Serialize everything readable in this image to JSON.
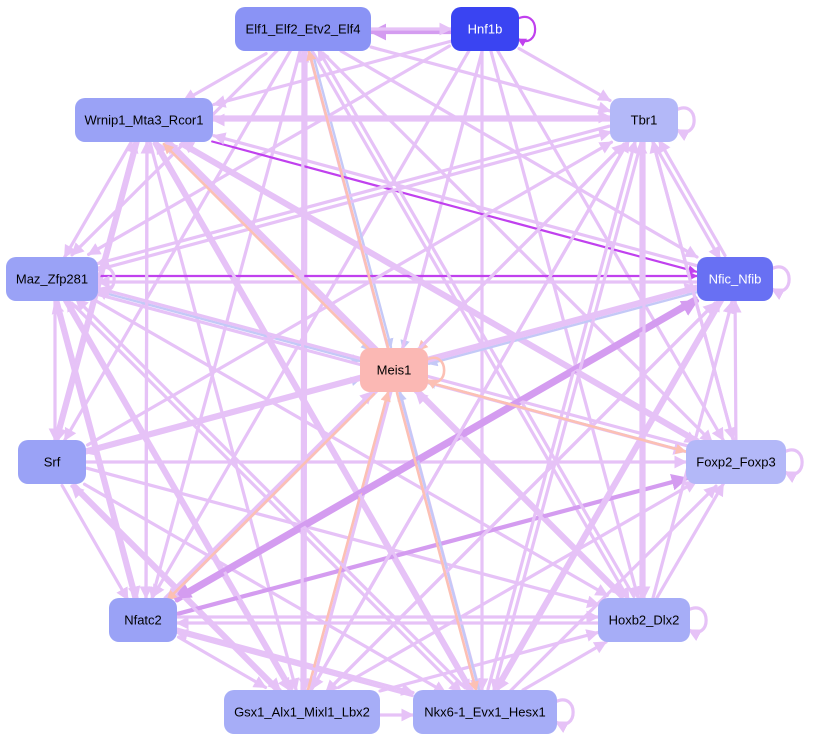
{
  "nodes": [
    {
      "id": "elf",
      "label": "Elf1_Elf2_Etv2_Elf4",
      "fill": "#8a93f5",
      "text": "#000000"
    },
    {
      "id": "hnf1b",
      "label": "Hnf1b",
      "fill": "#3a44f2",
      "text": "#ffffff"
    },
    {
      "id": "wrnip1",
      "label": "Wrnip1_Mta3_Rcor1",
      "fill": "#9aa2f6",
      "text": "#000000"
    },
    {
      "id": "tbr1",
      "label": "Tbr1",
      "fill": "#b3b8f8",
      "text": "#000000"
    },
    {
      "id": "maz",
      "label": "Maz_Zfp281",
      "fill": "#9aa2f6",
      "text": "#000000"
    },
    {
      "id": "nfic",
      "label": "Nfic_Nfib",
      "fill": "#6870f3",
      "text": "#ffffff"
    },
    {
      "id": "meis1",
      "label": "Meis1",
      "fill": "#fbb8b4",
      "text": "#000000"
    },
    {
      "id": "srf",
      "label": "Srf",
      "fill": "#9aa2f6",
      "text": "#000000"
    },
    {
      "id": "foxp2",
      "label": "Foxp2_Foxp3",
      "fill": "#b3b8f8",
      "text": "#000000"
    },
    {
      "id": "nfatc2",
      "label": "Nfatc2",
      "fill": "#9aa2f6",
      "text": "#000000"
    },
    {
      "id": "hoxb2",
      "label": "Hoxb2_Dlx2",
      "fill": "#a6adf7",
      "text": "#000000"
    },
    {
      "id": "gsx1",
      "label": "Gsx1_Alx1_Mixl1_Lbx2",
      "fill": "#a6adf7",
      "text": "#000000"
    },
    {
      "id": "nkx6",
      "label": "Nkx6-1_Evx1_Hesx1",
      "fill": "#a6adf7",
      "text": "#000000"
    }
  ],
  "edge_colors": {
    "light": "#e6c2f7",
    "medium": "#d49cf0",
    "strong": "#c041ee",
    "blue": "#c4c9f7",
    "salmon": "#fcc0b4"
  },
  "edges": [
    [
      "hnf1b",
      "elf",
      "medium"
    ],
    [
      "elf",
      "hnf1b",
      "light"
    ],
    [
      "hnf1b",
      "hnf1b",
      "strong"
    ],
    [
      "hnf1b",
      "wrnip1",
      "light"
    ],
    [
      "hnf1b",
      "tbr1",
      "light"
    ],
    [
      "hnf1b",
      "maz",
      "light"
    ],
    [
      "hnf1b",
      "meis1",
      "blue"
    ],
    [
      "hnf1b",
      "foxp2",
      "light"
    ],
    [
      "hnf1b",
      "nkx6",
      "light"
    ],
    [
      "hnf1b",
      "gsx1",
      "light"
    ],
    [
      "hnf1b",
      "hoxb2",
      "light"
    ],
    [
      "hnf1b",
      "nfatc2",
      "light"
    ],
    [
      "elf",
      "wrnip1",
      "light"
    ],
    [
      "elf",
      "tbr1",
      "light"
    ],
    [
      "elf",
      "maz",
      "light"
    ],
    [
      "elf",
      "meis1",
      "blue"
    ],
    [
      "elf",
      "nfic",
      "light"
    ],
    [
      "elf",
      "hoxb2",
      "light"
    ],
    [
      "elf",
      "nfatc2",
      "light"
    ],
    [
      "elf",
      "srf",
      "light"
    ],
    [
      "elf",
      "foxp2",
      "light"
    ],
    [
      "elf",
      "gsx1",
      "light"
    ],
    [
      "elf",
      "nkx6",
      "light"
    ],
    [
      "wrnip1",
      "nfic",
      "strong"
    ],
    [
      "wrnip1",
      "tbr1",
      "light"
    ],
    [
      "wrnip1",
      "maz",
      "light"
    ],
    [
      "wrnip1",
      "meis1",
      "blue"
    ],
    [
      "wrnip1",
      "nfatc2",
      "light"
    ],
    [
      "wrnip1",
      "srf",
      "light"
    ],
    [
      "wrnip1",
      "foxp2",
      "light"
    ],
    [
      "wrnip1",
      "hoxb2",
      "light"
    ],
    [
      "wrnip1",
      "gsx1",
      "light"
    ],
    [
      "wrnip1",
      "nkx6",
      "light"
    ],
    [
      "maz",
      "nfic",
      "strong"
    ],
    [
      "maz",
      "meis1",
      "blue"
    ],
    [
      "maz",
      "tbr1",
      "light"
    ],
    [
      "maz",
      "srf",
      "light"
    ],
    [
      "maz",
      "nfatc2",
      "light"
    ],
    [
      "maz",
      "foxp2",
      "light"
    ],
    [
      "maz",
      "hoxb2",
      "light"
    ],
    [
      "maz",
      "gsx1",
      "light"
    ],
    [
      "maz",
      "nkx6",
      "light"
    ],
    [
      "maz",
      "maz",
      "light"
    ],
    [
      "srf",
      "meis1",
      "blue"
    ],
    [
      "srf",
      "tbr1",
      "light"
    ],
    [
      "srf",
      "nfic",
      "light"
    ],
    [
      "srf",
      "foxp2",
      "light"
    ],
    [
      "srf",
      "nfatc2",
      "light"
    ],
    [
      "srf",
      "hoxb2",
      "light"
    ],
    [
      "srf",
      "gsx1",
      "light"
    ],
    [
      "srf",
      "nkx6",
      "light"
    ],
    [
      "srf",
      "wrnip1",
      "light"
    ],
    [
      "nfatc2",
      "nfic",
      "medium"
    ],
    [
      "nfatc2",
      "foxp2",
      "medium"
    ],
    [
      "nfatc2",
      "hoxb2",
      "light"
    ],
    [
      "nfatc2",
      "meis1",
      "light"
    ],
    [
      "nfatc2",
      "tbr1",
      "light"
    ],
    [
      "nfatc2",
      "gsx1",
      "light"
    ],
    [
      "nfatc2",
      "nkx6",
      "light"
    ],
    [
      "nfatc2",
      "wrnip1",
      "light"
    ],
    [
      "nfatc2",
      "maz",
      "light"
    ],
    [
      "gsx1",
      "meis1",
      "salmon"
    ],
    [
      "gsx1",
      "nfic",
      "light"
    ],
    [
      "gsx1",
      "foxp2",
      "light"
    ],
    [
      "gsx1",
      "hoxb2",
      "light"
    ],
    [
      "gsx1",
      "nkx6",
      "light"
    ],
    [
      "gsx1",
      "tbr1",
      "light"
    ],
    [
      "gsx1",
      "elf",
      "light"
    ],
    [
      "gsx1",
      "maz",
      "light"
    ],
    [
      "gsx1",
      "srf",
      "light"
    ],
    [
      "nkx6",
      "meis1",
      "blue"
    ],
    [
      "nkx6",
      "foxp2",
      "light"
    ],
    [
      "nkx6",
      "nfic",
      "light"
    ],
    [
      "nkx6",
      "hoxb2",
      "light"
    ],
    [
      "nkx6",
      "nkx6",
      "light"
    ],
    [
      "nkx6",
      "tbr1",
      "light"
    ],
    [
      "nkx6",
      "wrnip1",
      "light"
    ],
    [
      "nkx6",
      "maz",
      "light"
    ],
    [
      "nkx6",
      "nfatc2",
      "light"
    ],
    [
      "hoxb2",
      "meis1",
      "light"
    ],
    [
      "hoxb2",
      "nfic",
      "light"
    ],
    [
      "hoxb2",
      "tbr1",
      "light"
    ],
    [
      "hoxb2",
      "foxp2",
      "light"
    ],
    [
      "hoxb2",
      "hoxb2",
      "light"
    ],
    [
      "hoxb2",
      "nfatc2",
      "light"
    ],
    [
      "hoxb2",
      "wrnip1",
      "light"
    ],
    [
      "hoxb2",
      "elf",
      "light"
    ],
    [
      "foxp2",
      "meis1",
      "blue"
    ],
    [
      "foxp2",
      "nfic",
      "light"
    ],
    [
      "foxp2",
      "tbr1",
      "light"
    ],
    [
      "foxp2",
      "foxp2",
      "light"
    ],
    [
      "foxp2",
      "wrnip1",
      "light"
    ],
    [
      "foxp2",
      "maz",
      "light"
    ],
    [
      "nfic",
      "meis1",
      "blue"
    ],
    [
      "nfic",
      "nfic",
      "light"
    ],
    [
      "nfic",
      "tbr1",
      "light"
    ],
    [
      "nfic",
      "maz",
      "light"
    ],
    [
      "nfic",
      "srf",
      "light"
    ],
    [
      "nfic",
      "nfatc2",
      "medium"
    ],
    [
      "nfic",
      "gsx1",
      "light"
    ],
    [
      "nfic",
      "nkx6",
      "light"
    ],
    [
      "nfic",
      "wrnip1",
      "light"
    ],
    [
      "tbr1",
      "meis1",
      "salmon"
    ],
    [
      "tbr1",
      "tbr1",
      "light"
    ],
    [
      "tbr1",
      "nfic",
      "light"
    ],
    [
      "tbr1",
      "foxp2",
      "light"
    ],
    [
      "tbr1",
      "wrnip1",
      "light"
    ],
    [
      "tbr1",
      "maz",
      "light"
    ],
    [
      "tbr1",
      "nfatc2",
      "light"
    ],
    [
      "tbr1",
      "hoxb2",
      "light"
    ],
    [
      "tbr1",
      "gsx1",
      "light"
    ],
    [
      "tbr1",
      "nkx6",
      "light"
    ],
    [
      "meis1",
      "meis1",
      "salmon"
    ],
    [
      "meis1",
      "foxp2",
      "salmon"
    ],
    [
      "meis1",
      "wrnip1",
      "salmon"
    ],
    [
      "meis1",
      "elf",
      "salmon"
    ],
    [
      "meis1",
      "nkx6",
      "salmon"
    ],
    [
      "meis1",
      "nfatc2",
      "salmon"
    ]
  ]
}
